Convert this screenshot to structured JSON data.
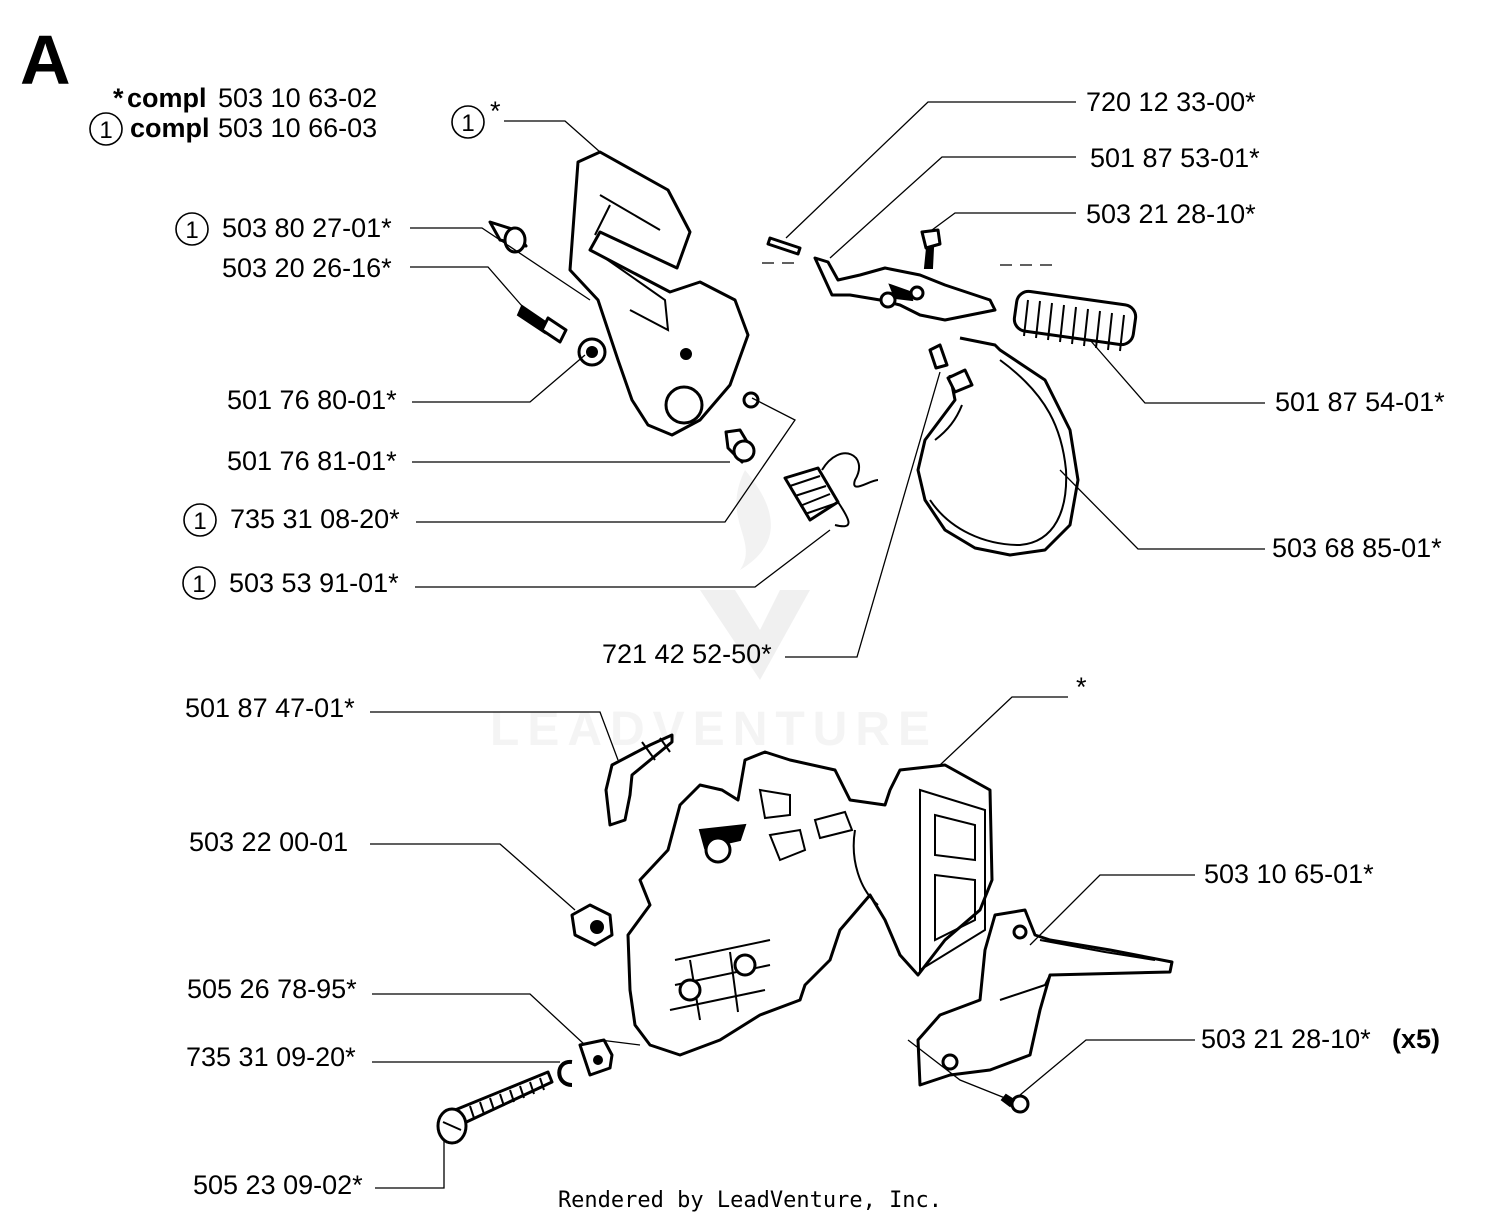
{
  "section_letter": "A",
  "compl_notes": [
    {
      "marker": "*",
      "word": "compl",
      "number": "503 10 63-02"
    },
    {
      "marker": "1",
      "word": "compl",
      "number": "503 10 66-03"
    }
  ],
  "labels": {
    "l_1star": {
      "circle": "1",
      "text": "*"
    },
    "l_72012": {
      "text": "720 12 33-00*"
    },
    "l_50187_53": {
      "text": "501 87 53-01*"
    },
    "l_50321_top": {
      "text": "503 21 28-10*"
    },
    "l_50380": {
      "circle": "1",
      "text": "503 80 27-01*"
    },
    "l_50320": {
      "text": "503 20 26-16*"
    },
    "l_50187_54": {
      "text": "501 87 54-01*"
    },
    "l_50176_80": {
      "text": "501 76 80-01*"
    },
    "l_50176_81": {
      "text": "501 76 81-01*"
    },
    "l_73531_08": {
      "circle": "1",
      "text": "735 31 08-20*"
    },
    "l_50368": {
      "text": "503 68 85-01*"
    },
    "l_50353": {
      "circle": "1",
      "text": "503 53 91-01*"
    },
    "l_72142": {
      "text": "721 42 52-50*"
    },
    "l_star": {
      "text": "*"
    },
    "l_50187_47": {
      "text": "501 87 47-01*"
    },
    "l_50322": {
      "text": "503 22 00-01"
    },
    "l_50310": {
      "text": "503 10 65-01*"
    },
    "l_50526": {
      "text": "505 26 78-95*"
    },
    "l_50321_x5": {
      "text": "503 21 28-10*",
      "suffix": "(x5)"
    },
    "l_73531_09": {
      "text": "735 31 09-20*"
    },
    "l_50523": {
      "text": "505 23 09-02*"
    }
  },
  "watermark": "LEADVENTURE",
  "footer": "Rendered by LeadVenture, Inc."
}
